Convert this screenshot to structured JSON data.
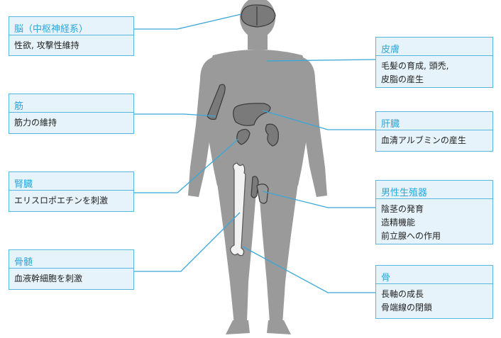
{
  "colors": {
    "box_fill": "#e6f3fa",
    "box_border": "#57b7de",
    "title_text": "#2aa8dc",
    "body_silhouette": "#9a9a9a",
    "organ_fill": "#7a7a7a",
    "bone_fill": "#f2f2f2",
    "leader_line": "#3aa7d8"
  },
  "labels": {
    "brain": {
      "title": "脳（中枢神経系）",
      "lines": [
        "性欲, 攻撃性維持"
      ]
    },
    "muscle": {
      "title": "筋",
      "lines": [
        "筋力の維持"
      ]
    },
    "kidney": {
      "title": "腎臓",
      "lines": [
        "エリスロポエチンを刺激"
      ]
    },
    "marrow": {
      "title": "骨髄",
      "lines": [
        "血液幹細胞を刺激"
      ]
    },
    "skin": {
      "title": "皮膚",
      "lines": [
        "毛髪の育成, 頭禿,",
        "皮脂の産生"
      ]
    },
    "liver": {
      "title": "肝臓",
      "lines": [
        "血清アルブミンの産生"
      ]
    },
    "male_repro": {
      "title": "男性生殖器",
      "lines": [
        "陰茎の発育",
        "造精機能",
        "前立腺への作用"
      ]
    },
    "bone": {
      "title": "骨",
      "lines": [
        "長軸の成長",
        "骨端線の閉鎖"
      ]
    }
  }
}
